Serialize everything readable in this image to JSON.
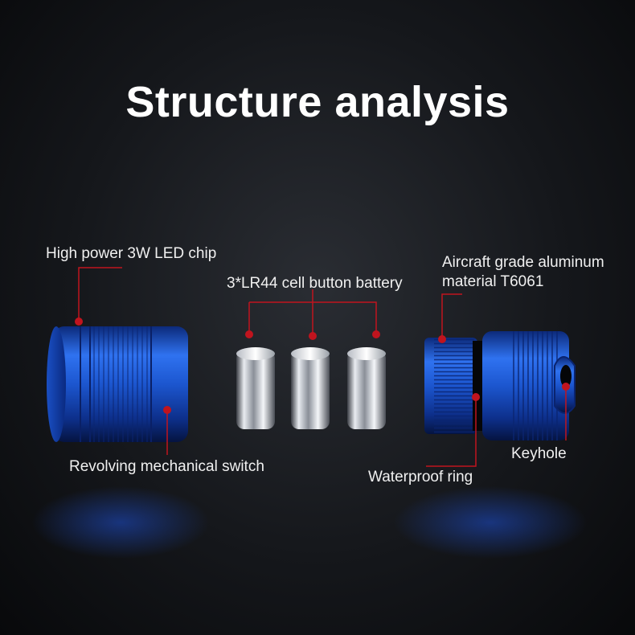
{
  "title": "Structure analysis",
  "labels": {
    "led_chip": "High power 3W LED chip",
    "battery": "3*LR44 cell button battery",
    "aluminum": "Aircraft grade aluminum material T6061",
    "switch": "Revolving mechanical switch",
    "waterproof": "Waterproof ring",
    "keyhole": "Keyhole"
  },
  "colors": {
    "accent": "#c0141e",
    "body_blue": "#1e5cd8",
    "background": "#15171b"
  }
}
